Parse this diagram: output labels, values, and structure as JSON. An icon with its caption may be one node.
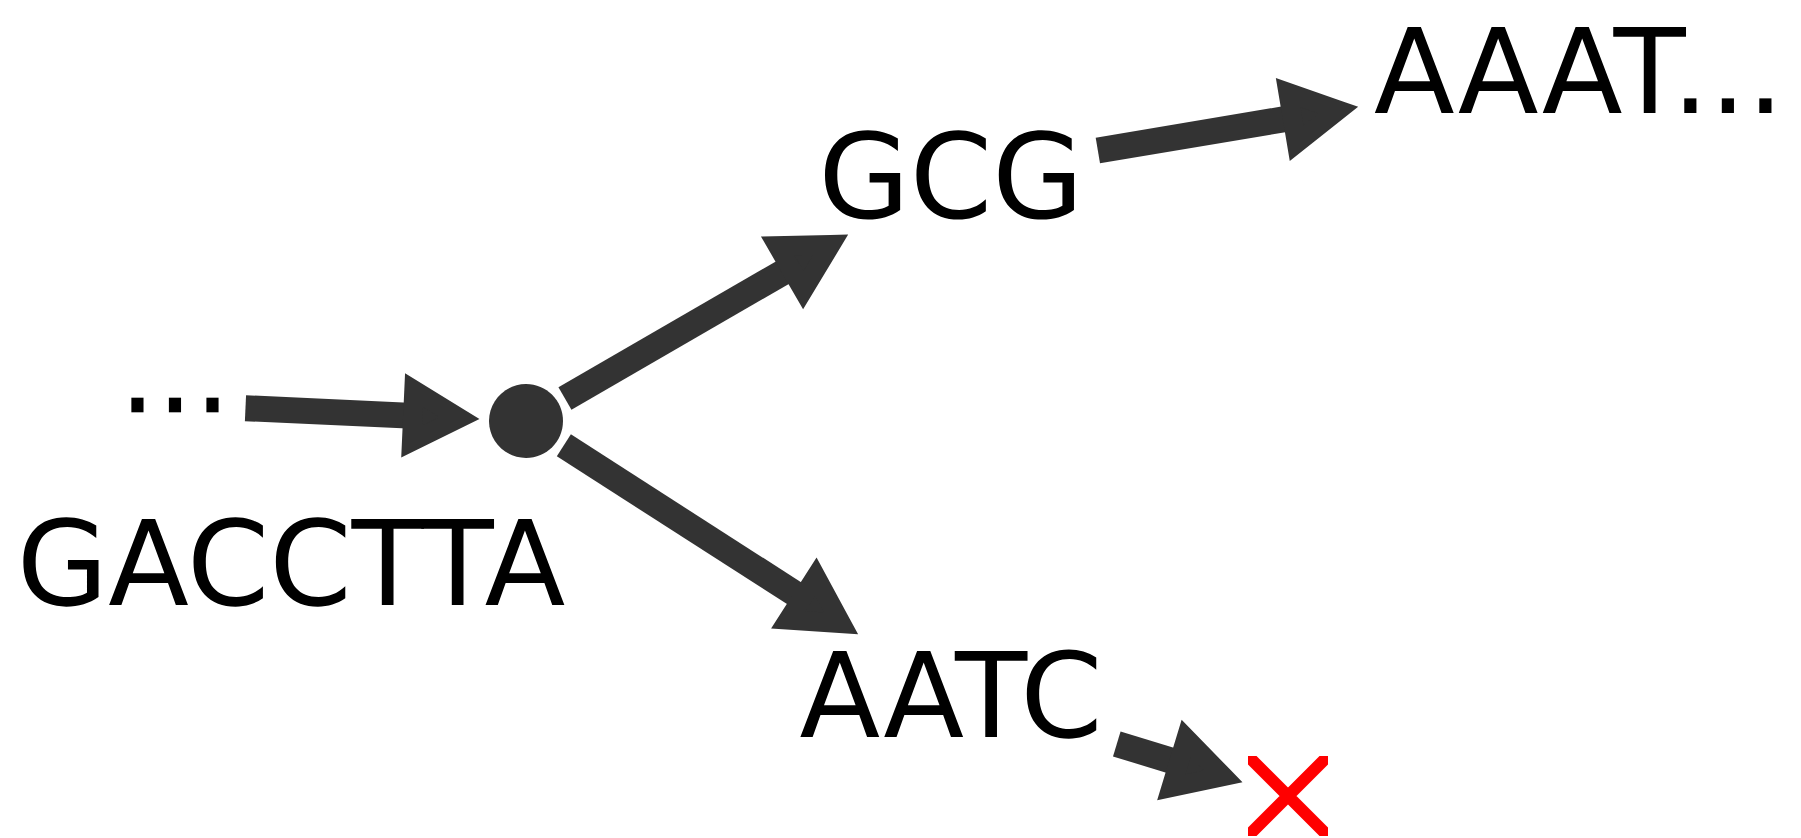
{
  "diagram": {
    "nodes": [
      {
        "text": [
          "..."
        ]
      },
      {
        "text": [],
        "shape": "circle"
      },
      {
        "text": [
          "GCG"
        ]
      },
      {
        "text": [
          "AAAT..."
        ]
      },
      {
        "text": [
          "AATC"
        ]
      },
      {
        "text": [],
        "shape": "cross"
      }
    ],
    "edges": [
      {
        "from": 0,
        "to": 1,
        "arrow": "to"
      },
      {
        "from": 1,
        "to": 2,
        "arrow": "to"
      },
      {
        "from": 1,
        "to": 4,
        "arrow": "to"
      },
      {
        "from": 2,
        "to": 3,
        "arrow": "to"
      },
      {
        "from": 4,
        "to": 5,
        "arrow": "to"
      }
    ],
    "labels": [
      "GACCTTA"
    ]
  }
}
